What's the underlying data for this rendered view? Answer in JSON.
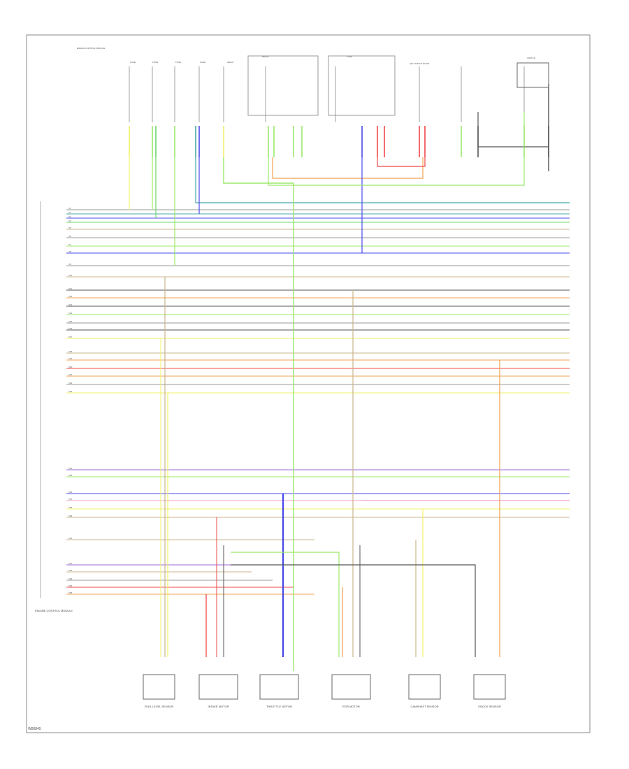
{
  "page": {
    "footer_code": "W80845"
  },
  "diagram": {
    "colors": {
      "yellow": "#f2f26a",
      "light_green": "#9be86a",
      "green": "#6ad66a",
      "blue": "#4848e8",
      "red": "#f04848",
      "orange": "#f0a050",
      "tan": "#c8b48c",
      "gray": "#999999",
      "dark_gray": "#555555",
      "teal": "#48a8a8",
      "pink": "#f0a0c8",
      "violet": "#9a6ad6"
    },
    "modules_top": [
      {
        "id": "m1",
        "label": "ENGINE CONTROL MODULE"
      },
      {
        "id": "m2",
        "label": "FUSE"
      },
      {
        "id": "m3",
        "label": "FUSE"
      },
      {
        "id": "m4",
        "label": "FUSE"
      },
      {
        "id": "m5",
        "label": "FUSE"
      },
      {
        "id": "m6",
        "label": "RELAY"
      },
      {
        "id": "m7",
        "label": "RELAY"
      },
      {
        "id": "m8",
        "label": "FUSE"
      },
      {
        "id": "m9",
        "label": "LEFT FRONT DOOR"
      },
      {
        "id": "m10",
        "label": "SWITCH"
      }
    ],
    "components_bottom": [
      {
        "id": "c1",
        "label": "FUEL LEVEL SENSOR"
      },
      {
        "id": "c2",
        "label": "INTAKE MOTOR"
      },
      {
        "id": "c3",
        "label": "THROTTLE MOTOR"
      },
      {
        "id": "c4",
        "label": "EGR MOTOR"
      },
      {
        "id": "c5",
        "label": "CAMSHAFT SENSOR"
      },
      {
        "id": "c6",
        "label": "KNOCK SENSOR"
      }
    ],
    "left_block_label": "ENGINE CONTROL MODULE"
  }
}
